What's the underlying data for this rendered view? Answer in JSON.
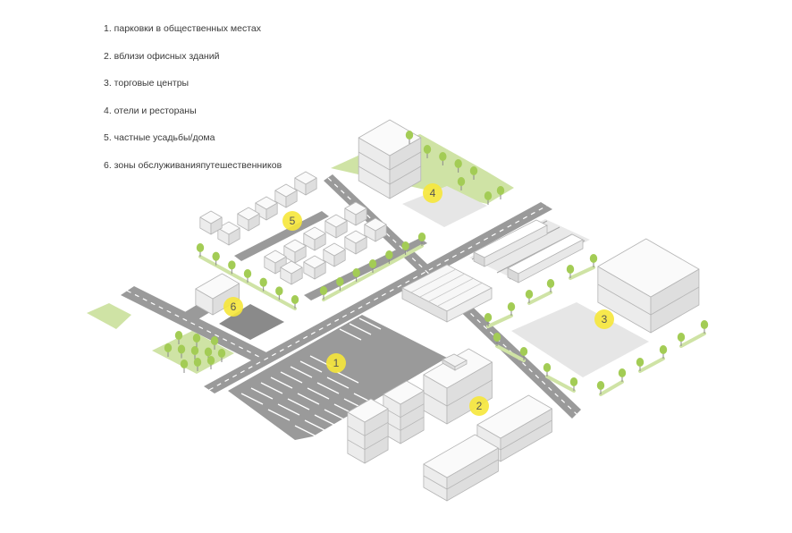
{
  "legend": [
    "1. парковки в общественных местах",
    "2. вблизи офисных зданий",
    "3. торговые центры",
    "4. отели и рестораны",
    "5. частные усадьбы/дома",
    "6. зоны обслуживанияпутешественников"
  ],
  "markers": [
    "1",
    "2",
    "3",
    "4",
    "5",
    "6"
  ],
  "colors": {
    "road": "#9a9a9a",
    "road_dark": "#8a8a8a",
    "lane_marking": "#ffffff",
    "lot": "#e6e6e6",
    "grass": "#cfe3a5",
    "tree": "#a3cc55",
    "trunk": "#8a8a8a",
    "building_top": "#fafafa",
    "building_left": "#ececec",
    "building_right": "#dedede",
    "building_edge": "#b5b5b5",
    "marker": "#f6e73a",
    "train": "#d9d9d9"
  },
  "icons": [
    "parking-marker",
    "tree-icon",
    "train-icon",
    "car-icon",
    "building-icon",
    "house-icon"
  ]
}
